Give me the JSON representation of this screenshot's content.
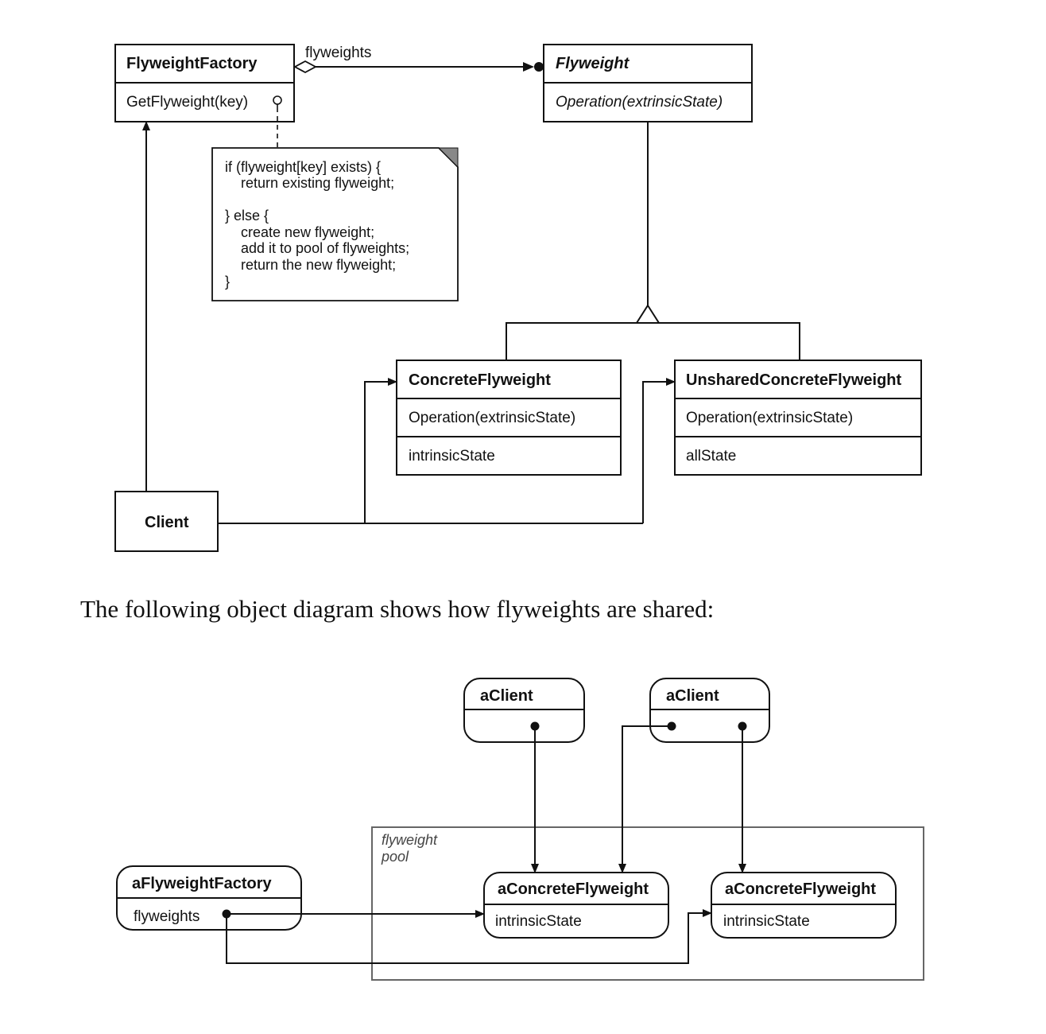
{
  "class_diagram": {
    "flyweight_factory": {
      "name": "FlyweightFactory",
      "operation": "GetFlyweight(key)"
    },
    "association_label": "flyweights",
    "flyweight": {
      "name": "Flyweight",
      "operation": "Operation(extrinsicState)"
    },
    "note_lines": [
      "if (flyweight[key] exists) {",
      "    return existing flyweight;",
      "",
      "} else {",
      "    create new flyweight;",
      "    add it to pool of flyweights;",
      "    return the new flyweight;",
      "}"
    ],
    "concrete_flyweight": {
      "name": "ConcreteFlyweight",
      "operation": "Operation(extrinsicState)",
      "attribute": "intrinsicState"
    },
    "unshared_concrete_flyweight": {
      "name": "UnsharedConcreteFlyweight",
      "operation": "Operation(extrinsicState)",
      "attribute": "allState"
    },
    "client": {
      "name": "Client"
    }
  },
  "caption": "The following object diagram shows how flyweights are shared:",
  "object_diagram": {
    "client_1": {
      "name": "aClient"
    },
    "client_2": {
      "name": "aClient"
    },
    "pool_label_line1": "flyweight",
    "pool_label_line2": "pool",
    "factory": {
      "name": "aFlyweightFactory",
      "attribute": "flyweights"
    },
    "concrete_1": {
      "name": "aConcreteFlyweight",
      "attribute": "intrinsicState"
    },
    "concrete_2": {
      "name": "aConcreteFlyweight",
      "attribute": "intrinsicState"
    }
  }
}
